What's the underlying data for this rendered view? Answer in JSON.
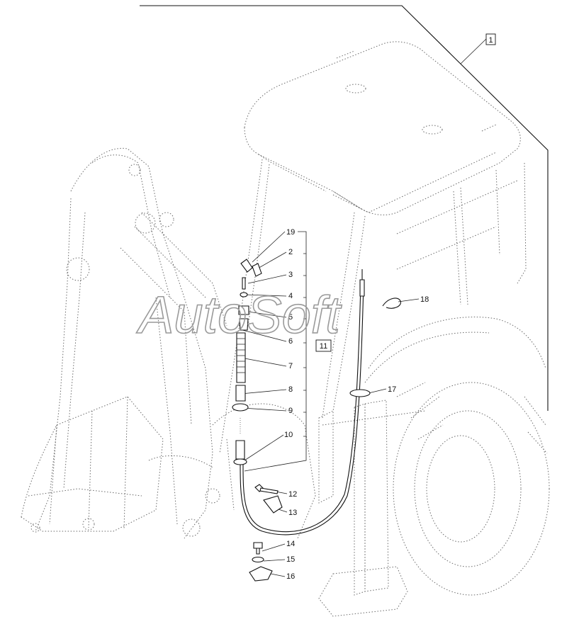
{
  "watermark": "AutoSoft",
  "callouts": {
    "assembly": "1",
    "group": "11",
    "parts": [
      "19",
      "2",
      "3",
      "4",
      "5",
      "6",
      "7",
      "8",
      "9",
      "10",
      "12",
      "13",
      "14",
      "15",
      "16",
      "17",
      "18"
    ]
  }
}
